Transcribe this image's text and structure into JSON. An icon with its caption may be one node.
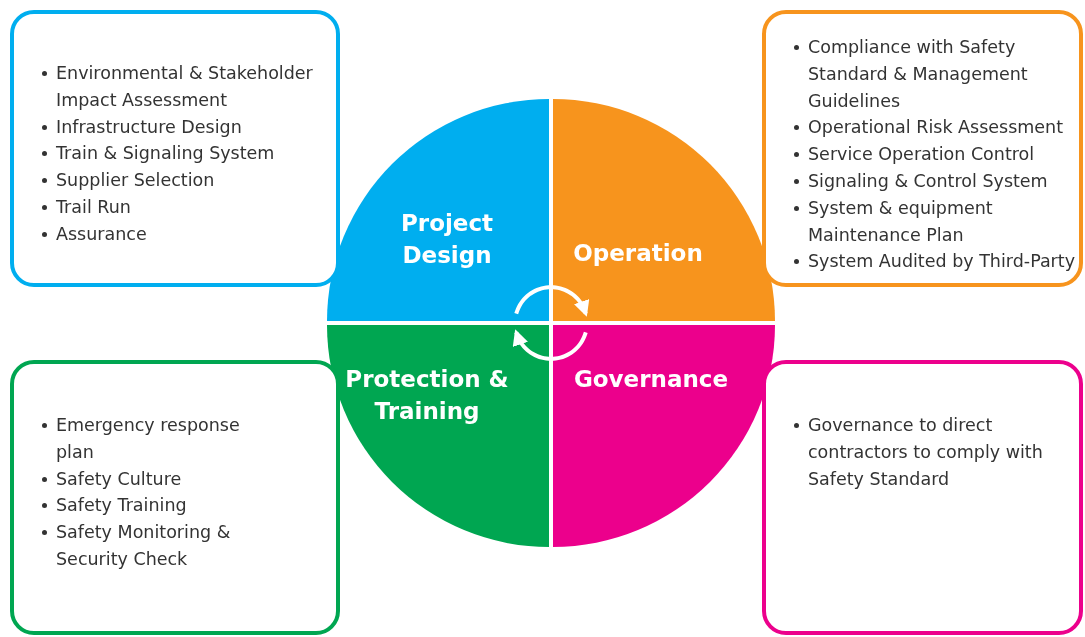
{
  "diagram": {
    "nodes": [
      {
        "text": [
          "Project Design"
        ]
      },
      {
        "text": [
          "Operation"
        ]
      },
      {
        "text": [
          "Protection & Training"
        ]
      },
      {
        "text": [
          "Governance"
        ]
      },
      {
        "text": [
          "Environmental & Stakeholder Impact Assessment",
          "Infrastructure Design",
          "Train & Signaling System",
          "Supplier Selection",
          "Trail Run",
          "Assurance"
        ]
      },
      {
        "text": [
          "Compliance with Safety Standard & Management Guidelines",
          "Operational Risk Assessment",
          "Service Operation Control",
          "Signaling & Control System",
          "System & equipment Maintenance Plan",
          "System Audited by Third-Party"
        ]
      },
      {
        "text": [
          "Emergency response plan",
          "Safety Culture",
          "Safety Training",
          "Safety Monitoring & Security Check"
        ]
      },
      {
        "text": [
          "Governance to direct contractors to comply with Safety Standard"
        ]
      }
    ],
    "edges": [
      {
        "from": 0,
        "to": 1,
        "arrow": "to"
      },
      {
        "from": 3,
        "to": 2,
        "arrow": "to"
      }
    ]
  }
}
